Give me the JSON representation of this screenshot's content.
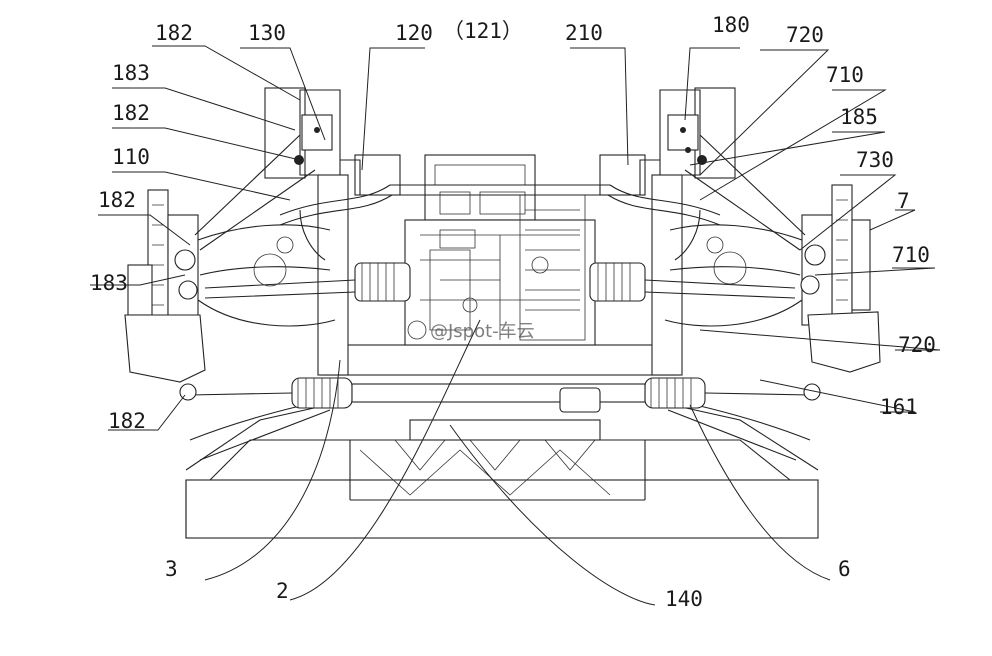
{
  "labels": {
    "l182a": "182",
    "l130": "130",
    "l120": "120",
    "l121": "（121）",
    "l210": "210",
    "l180": "180",
    "l720a": "720",
    "l183a": "183",
    "l710a": "710",
    "l182b": "182",
    "l185": "185",
    "l110": "110",
    "l730": "730",
    "l182c": "182",
    "l7": "7",
    "l183b": "183",
    "l710b": "710",
    "l720b": "720",
    "l182d": "182",
    "l161": "161",
    "l3": "3",
    "l2": "2",
    "l140": "140",
    "l6": "6"
  },
  "watermark": "@Jspot-车云",
  "colors": {
    "ink": "#222222",
    "paper": "#ffffff"
  }
}
